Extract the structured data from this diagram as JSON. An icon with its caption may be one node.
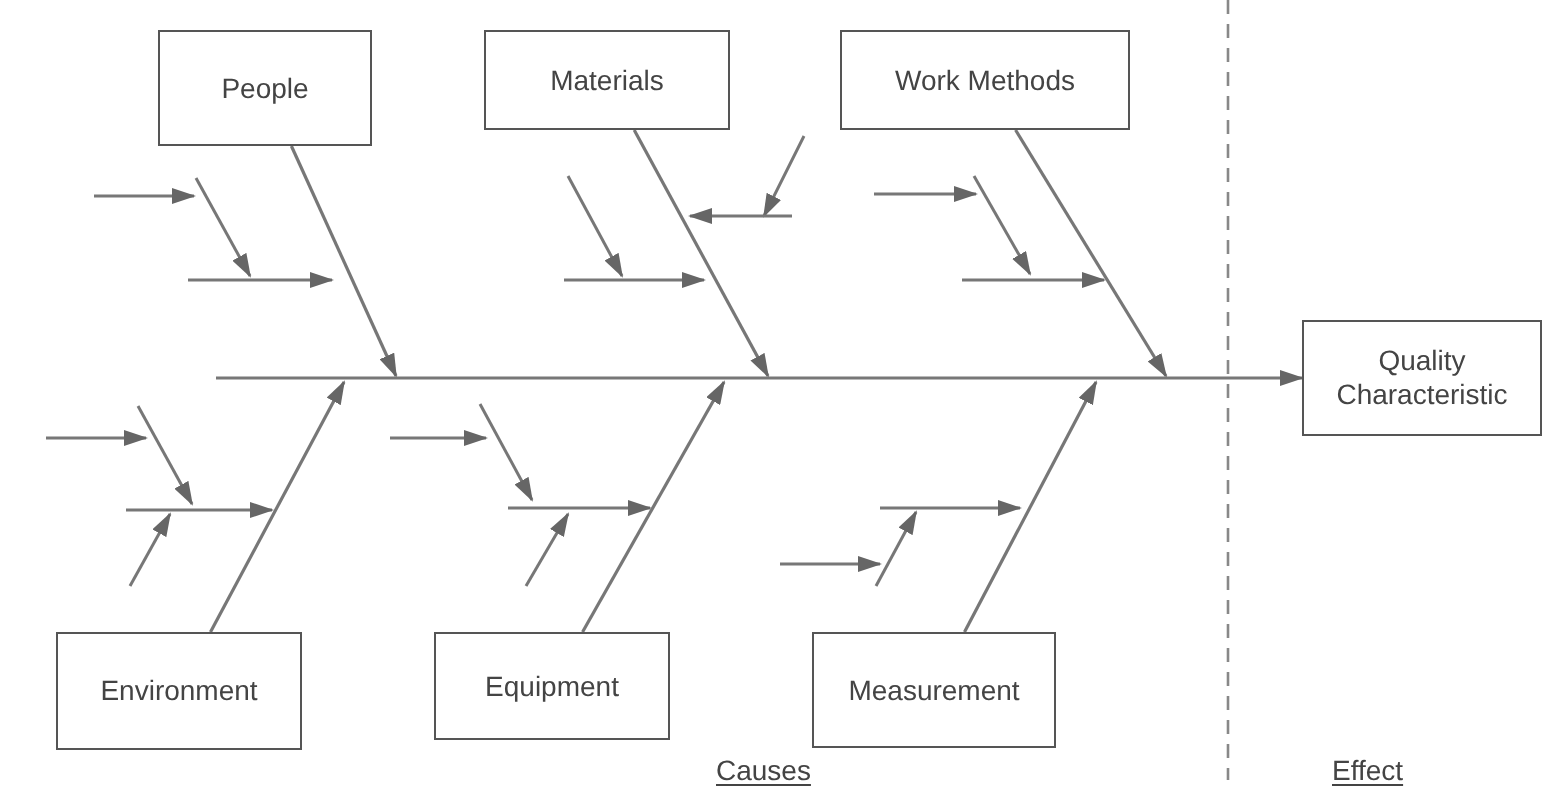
{
  "diagram": {
    "nodes": [
      {
        "text": [
          "People"
        ]
      },
      {
        "text": [
          "Materials"
        ]
      },
      {
        "text": [
          "Work Methods"
        ]
      },
      {
        "text": [
          "Quality Characteristic"
        ]
      },
      {
        "text": [
          "Environment"
        ]
      },
      {
        "text": [
          "Equipment"
        ]
      },
      {
        "text": [
          "Measurement"
        ]
      }
    ],
    "edges": [
      {
        "from": 0,
        "to": null,
        "arrow": "to"
      },
      {
        "from": 1,
        "to": null,
        "arrow": "to"
      },
      {
        "from": 2,
        "to": null,
        "arrow": "to"
      },
      {
        "from": 4,
        "to": null,
        "arrow": "to"
      },
      {
        "from": 5,
        "to": null,
        "arrow": "to"
      },
      {
        "from": 6,
        "to": null,
        "arrow": "to"
      },
      {
        "from": null,
        "to": 3,
        "arrow": "to"
      }
    ],
    "labels": [
      "Causes",
      "Effect"
    ]
  }
}
